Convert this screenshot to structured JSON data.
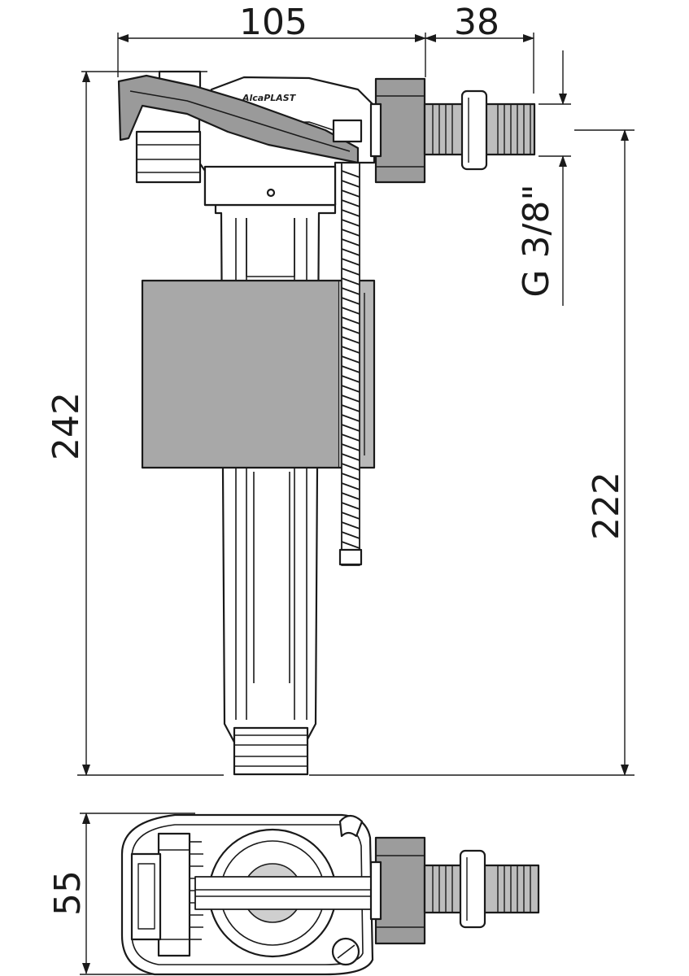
{
  "dimensions": {
    "width_top": "105",
    "width_inlet": "38",
    "height_total": "242",
    "height_inlet": "222",
    "thread": "G 3/8\"",
    "depth": "55"
  },
  "brand": "AlcaPLAST",
  "colors": {
    "line": "#1a1a1a",
    "float_fill": "#a8a8a8",
    "lever_fill": "#9a9a9a",
    "nut_fill": "#9c9c9c",
    "thread_fill": "#bdbdbd",
    "cap_fill": "#cfcfcf"
  }
}
